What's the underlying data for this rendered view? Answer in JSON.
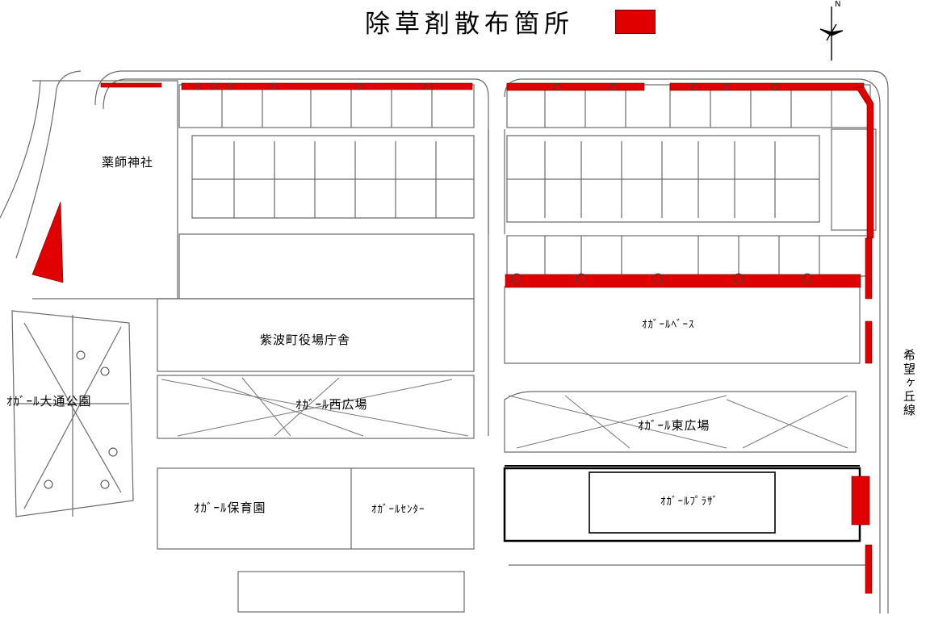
{
  "title": "除草剤散布箇所",
  "legend": {
    "color": "#e00000"
  },
  "compass": {
    "north_mark": "N"
  },
  "places": {
    "yakushi_shrine": "薬師神社",
    "town_hall": "紫波町役場庁舎",
    "ogal_base": "ｵｶﾞｰﾙﾍﾞｰｽ",
    "ogal_park": "ｵｶﾞｰﾙ大通公園",
    "ogal_west_plaza": "ｵｶﾞｰﾙ西広場",
    "ogal_east_plaza": "ｵｶﾞｰﾙ東広場",
    "ogal_nursery": "ｵｶﾞｰﾙ保育園",
    "ogal_center": "ｵｶﾞｰﾙｾﾝﾀｰ",
    "ogal_plaza": "ｵｶﾞｰﾙﾌﾟﾗｻﾞ"
  },
  "roads": {
    "kibougaoka_line": "希望ヶ丘線"
  },
  "colors": {
    "spray_area": "#e00000",
    "line": "#555555"
  }
}
